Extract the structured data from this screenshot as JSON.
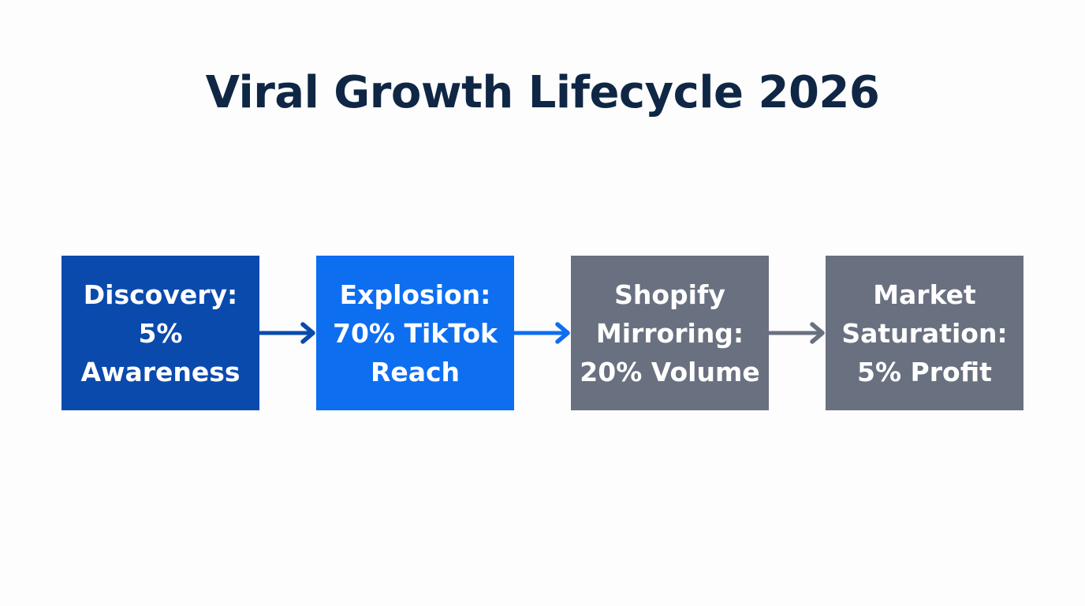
{
  "title": "Viral Growth Lifecycle 2026",
  "colors": {
    "title": "#0f2745",
    "background": "#fdfdfd",
    "stage_dark_blue": "#0a4aad",
    "stage_bright_blue": "#0d6ef0",
    "stage_gray": "#697080",
    "arrow_dark_blue": "#0a4aad",
    "arrow_bright_blue": "#0d6ef0",
    "arrow_gray": "#697080"
  },
  "stages": [
    {
      "label": "Discovery:\n5%\nAwareness",
      "color": "#0a4aad"
    },
    {
      "label": "Explosion:\n70% TikTok\nReach",
      "color": "#0d6ef0"
    },
    {
      "label": "Shopify\nMirroring:\n20% Volume",
      "color": "#697080"
    },
    {
      "label": "Market\nSaturation:\n5% Profit",
      "color": "#697080"
    }
  ],
  "arrows": [
    {
      "from": "Discovery",
      "to": "Explosion",
      "color": "#0a4aad"
    },
    {
      "from": "Explosion",
      "to": "Shopify Mirroring",
      "color": "#0d6ef0"
    },
    {
      "from": "Shopify Mirroring",
      "to": "Market Saturation",
      "color": "#697080"
    }
  ]
}
